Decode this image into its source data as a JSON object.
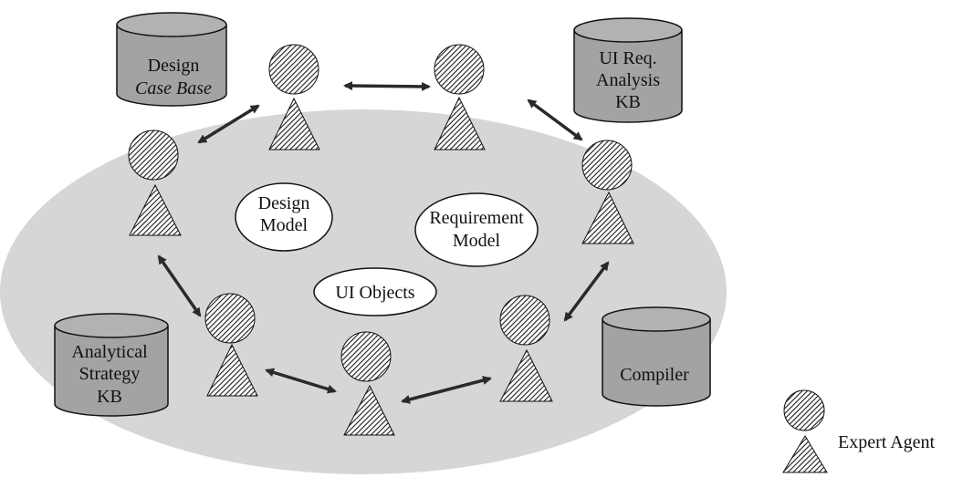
{
  "databases": {
    "design_case_base": {
      "line1": "Design",
      "line2": "Case Base"
    },
    "ui_req_analysis_kb": {
      "line1": "UI Req.",
      "line2": "Analysis",
      "line3": "KB"
    },
    "analytical_strategy_kb": {
      "line1": "Analytical",
      "line2": "Strategy",
      "line3": "KB"
    },
    "compiler": {
      "line1": "Compiler"
    }
  },
  "models": {
    "design_model": {
      "line1": "Design",
      "line2": "Model"
    },
    "requirement_model": {
      "line1": "Requirement",
      "line2": "Model"
    },
    "ui_objects": {
      "line1": "UI Objects"
    }
  },
  "legend": {
    "expert_agent": "Expert Agent"
  },
  "colors": {
    "shared_space": "#d6d6d6",
    "database_fill": "#a3a3a3",
    "agent_hatch": "#222222",
    "arrow": "#333333"
  }
}
